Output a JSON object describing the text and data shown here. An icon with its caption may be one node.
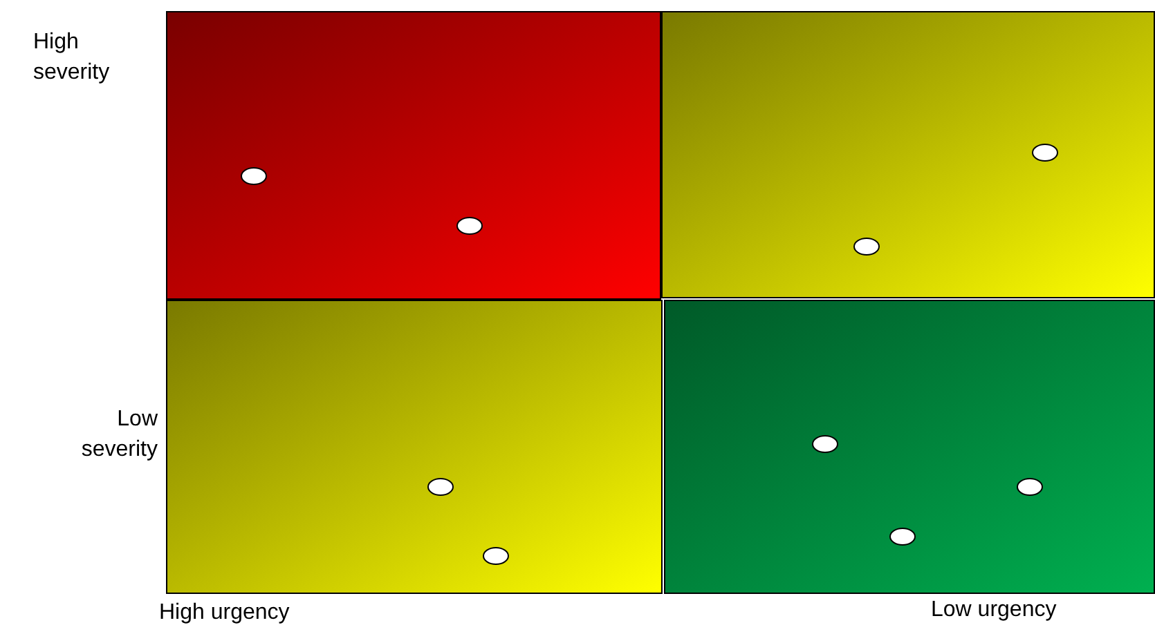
{
  "diagram": {
    "nodes": [
      {
        "text": [],
        "shape": "box"
      },
      {
        "text": [],
        "shape": "box"
      },
      {
        "text": [],
        "shape": "box"
      },
      {
        "text": [],
        "shape": "box"
      },
      {
        "text": [],
        "shape": "circle",
        "in": 0
      },
      {
        "text": [],
        "shape": "circle",
        "in": 0
      },
      {
        "text": [],
        "shape": "circle",
        "in": 1
      },
      {
        "text": [],
        "shape": "circle",
        "in": 1
      },
      {
        "text": [],
        "shape": "circle",
        "in": 2
      },
      {
        "text": [],
        "shape": "circle",
        "in": 2
      },
      {
        "text": [],
        "shape": "circle",
        "in": 3
      },
      {
        "text": [],
        "shape": "circle",
        "in": 3
      },
      {
        "text": [],
        "shape": "circle",
        "in": 3
      }
    ],
    "labels": [
      "High severity",
      "Low severity",
      "High urgency",
      "Low urgency"
    ]
  }
}
